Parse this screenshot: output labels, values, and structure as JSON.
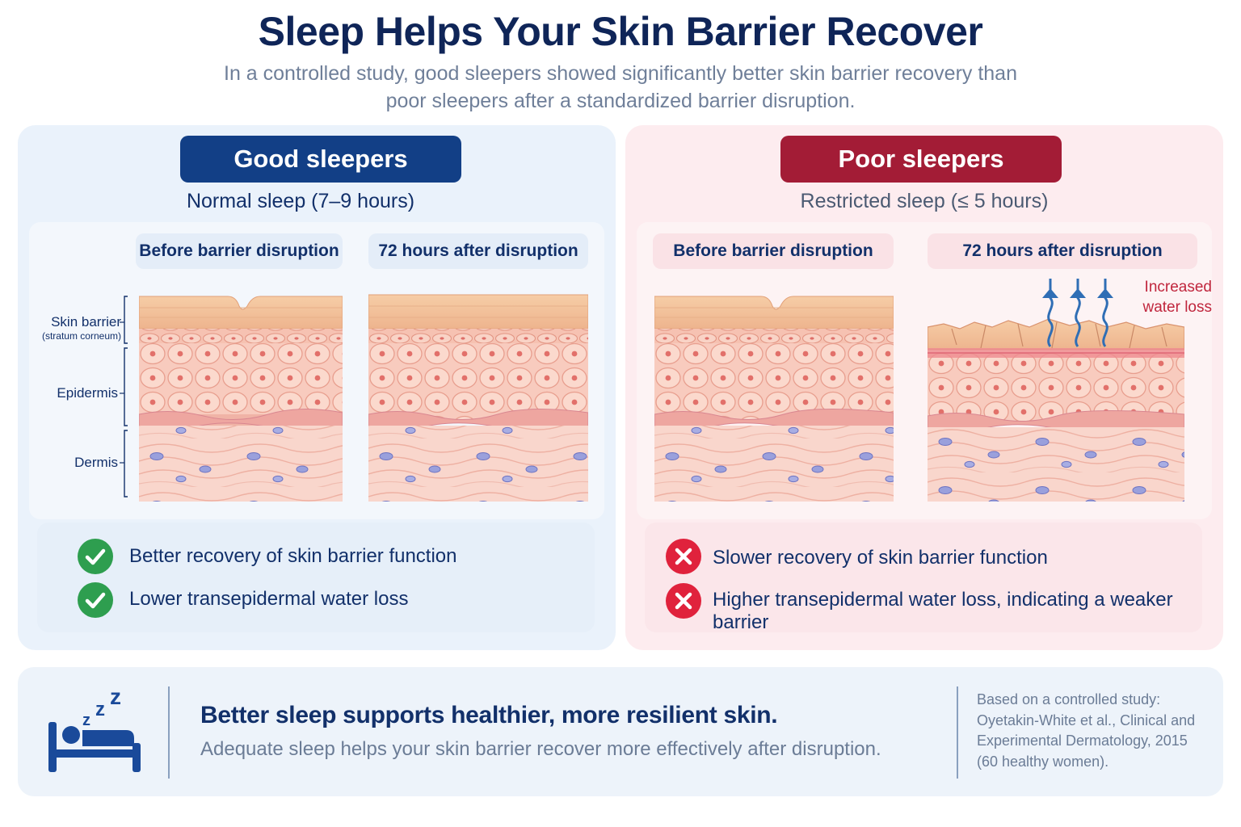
{
  "title": "Sleep Helps Your Skin Barrier Recover",
  "subtitle": "In a controlled study, good sleepers showed significantly better skin barrier recovery than poor sleepers after a standardized barrier disruption.",
  "colors": {
    "good_accent": "#123f86",
    "poor_accent": "#a31c36",
    "check": "#2e9e4f",
    "cross": "#e0223c",
    "arrow": "#2f6eb5"
  },
  "layers": {
    "skin_barrier": "Skin barrier",
    "stratum": "(stratum corneum)",
    "epidermis": "Epidermis",
    "dermis": "Dermis"
  },
  "good": {
    "label": "Good sleepers",
    "condition": "Normal sleep (7–9 hours)",
    "before": "Before barrier disruption",
    "after": "72 hours after disruption",
    "points": [
      {
        "icon": "check-icon",
        "text": "Better recovery of skin barrier function"
      },
      {
        "icon": "check-icon",
        "text": "Lower transepidermal water loss"
      }
    ]
  },
  "poor": {
    "label": "Poor sleepers",
    "condition": "Restricted sleep (≤ 5 hours)",
    "before": "Before barrier disruption",
    "after": "72 hours after disruption",
    "annotation_line1": "Increased",
    "annotation_line2": "water loss",
    "points": [
      {
        "icon": "cross-icon",
        "text": "Slower recovery of skin barrier function"
      },
      {
        "icon": "cross-icon",
        "text": "Higher transepidermal water loss, indicating a weaker barrier"
      }
    ]
  },
  "footer": {
    "icon": "sleeping-bed-icon",
    "headline": "Better sleep supports healthier, more resilient skin.",
    "body": "Adequate sleep helps your skin barrier recover more effectively after disruption.",
    "source_line1": "Based on a controlled study:",
    "source_line2": "Oyetakin-White et al., Clinical and",
    "source_line3": "Experimental Dermatology, 2015",
    "source_line4": "(60 healthy women)."
  }
}
